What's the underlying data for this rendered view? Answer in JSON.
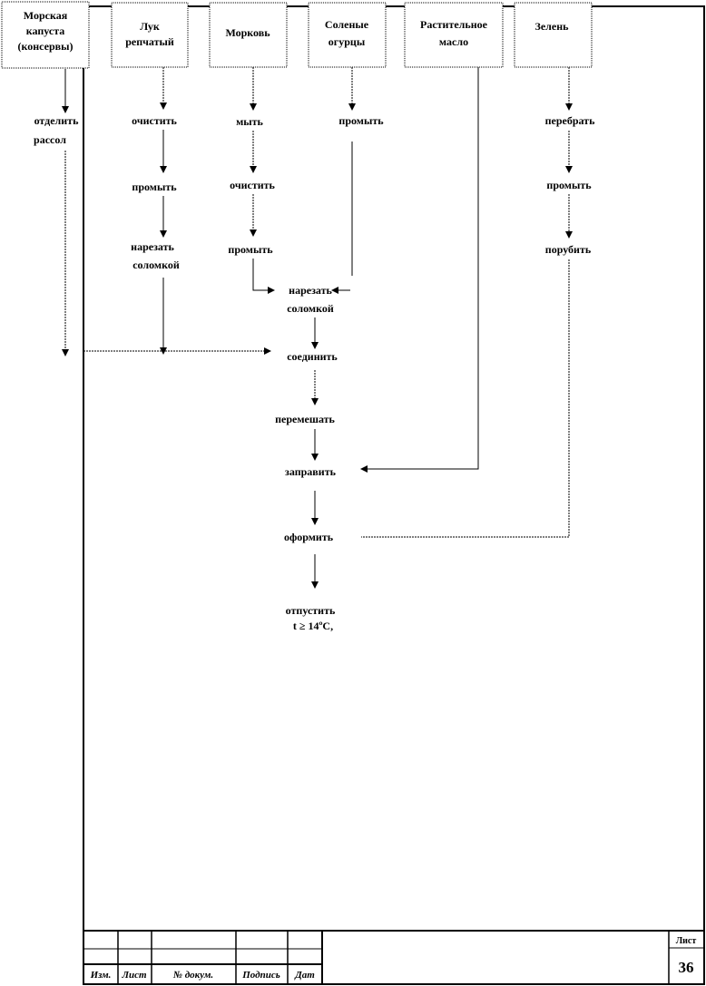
{
  "ingredients": [
    {
      "lines": [
        "Морская",
        "капуста",
        "(консервы)"
      ]
    },
    {
      "lines": [
        "Лук",
        "репчатый"
      ]
    },
    {
      "lines": [
        "Морковь"
      ]
    },
    {
      "lines": [
        "Соленые",
        "огурцы"
      ]
    },
    {
      "lines": [
        "Растительное",
        "масло"
      ]
    },
    {
      "lines": [
        "Зелень"
      ]
    }
  ],
  "steps": {
    "seaweed": [
      "отделить",
      "рассол"
    ],
    "onion": [
      "очистить",
      "промыть",
      "нарезать",
      "соломкой"
    ],
    "carrot": [
      "мыть",
      "очистить",
      "промыть"
    ],
    "pickles": [
      "промыть"
    ],
    "greens": [
      "перебрать",
      "промыть",
      "порубить"
    ],
    "main": [
      "нарезать",
      "соломкой",
      "соединить",
      "перемешать",
      "заправить",
      "оформить",
      "отпустить",
      "t ≥ 14ºC,"
    ]
  },
  "title_block": {
    "columns": [
      "Изм.",
      "Лист",
      "№ докум.",
      "Подпись",
      "Дат"
    ],
    "sheet_label": "Лист",
    "sheet_number": "36"
  }
}
